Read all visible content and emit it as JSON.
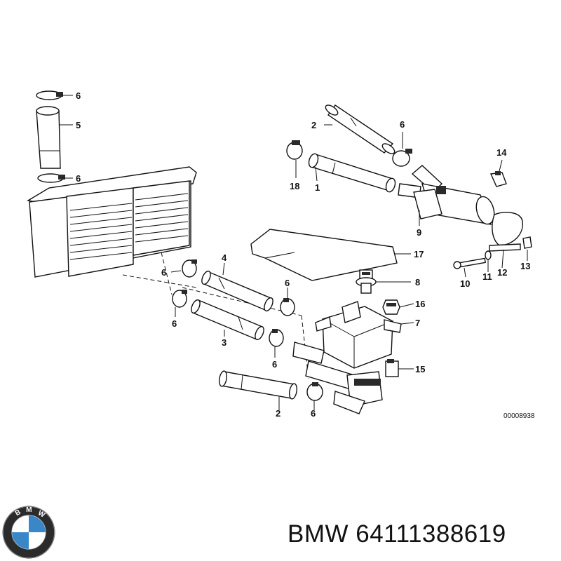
{
  "callouts": [
    "1",
    "2",
    "3",
    "4",
    "5",
    "6",
    "7",
    "8",
    "9",
    "10",
    "11",
    "12",
    "13",
    "14",
    "15",
    "16",
    "17",
    "18"
  ],
  "reference_number": "00008938",
  "brand": "BMW",
  "part_number": "64111388619",
  "logo_lettering": "BMW",
  "colors": {
    "line": "#111111",
    "logo_blue": "#3a87c8",
    "background": "#ffffff"
  }
}
